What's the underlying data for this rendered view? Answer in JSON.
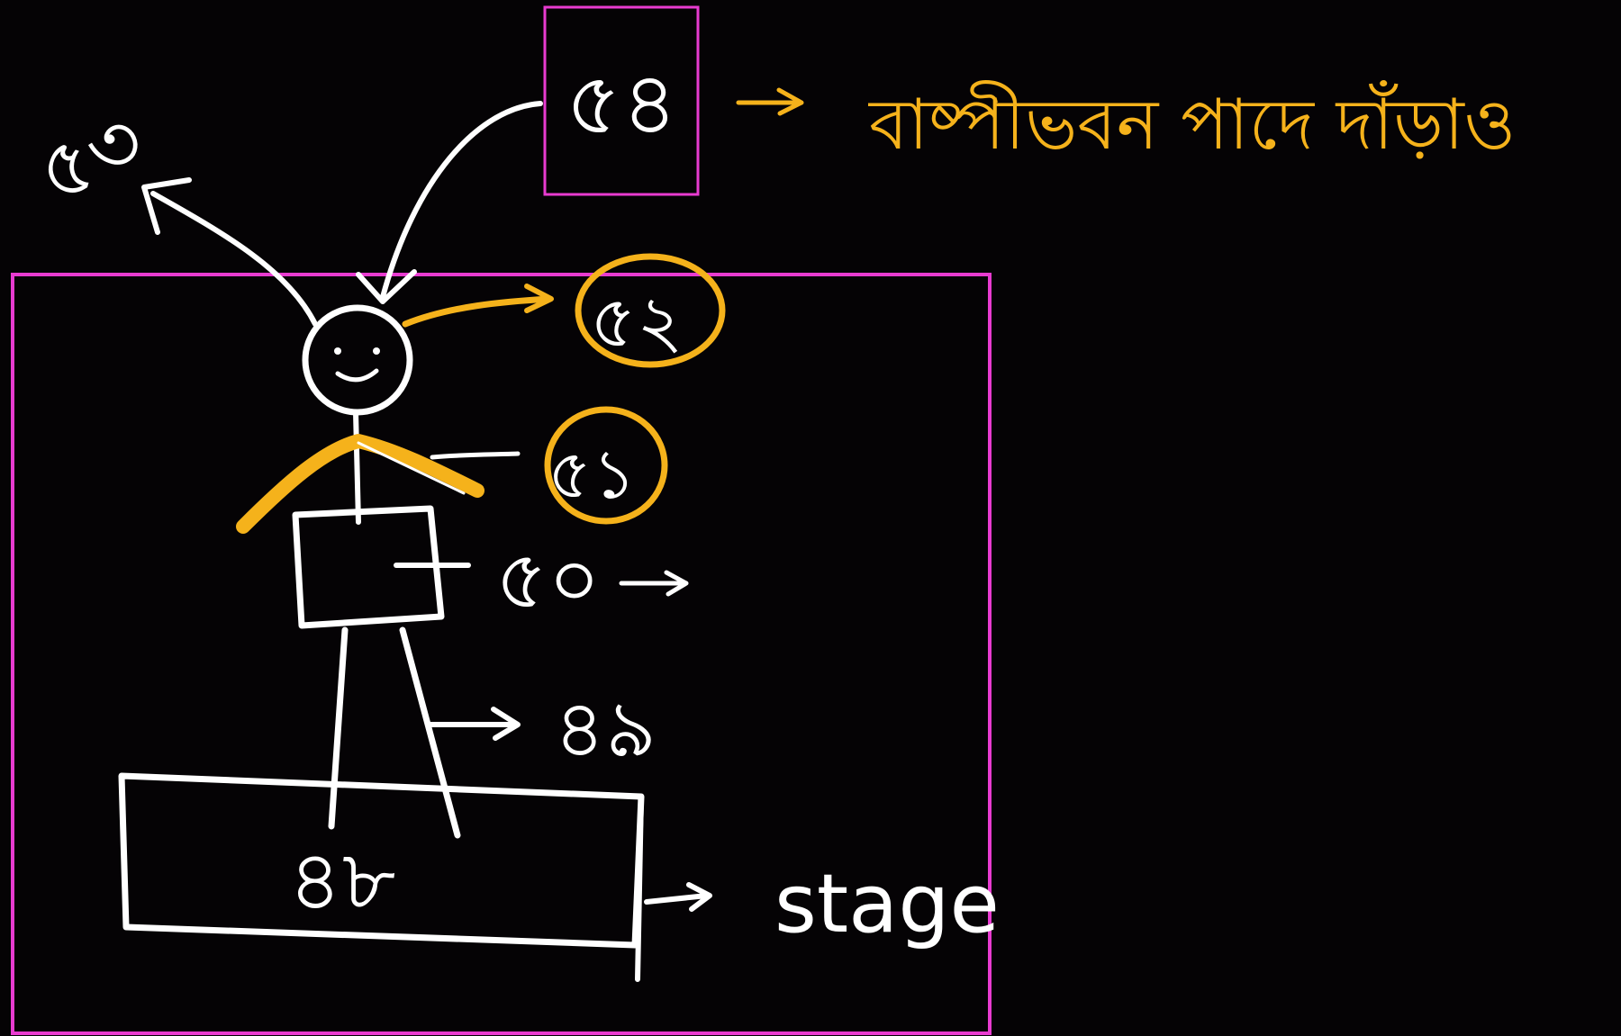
{
  "colors": {
    "background": "#050305",
    "ink_white": "#ffffff",
    "ink_orange": "#f5b21b",
    "frame_pink": "#e83bd0"
  },
  "labels": {
    "top_left": "৫৩",
    "top_box": "৫৪",
    "headline": "বাষ্পীভবন পাদে দাঁড়াও",
    "head_circle": "৫২",
    "shoulder_circle": "৫১",
    "chest": "৫০",
    "legs": "৪৯",
    "base": "৪৮",
    "stage": "stage"
  },
  "icons": [
    "stick-figure",
    "arrow-icon"
  ]
}
